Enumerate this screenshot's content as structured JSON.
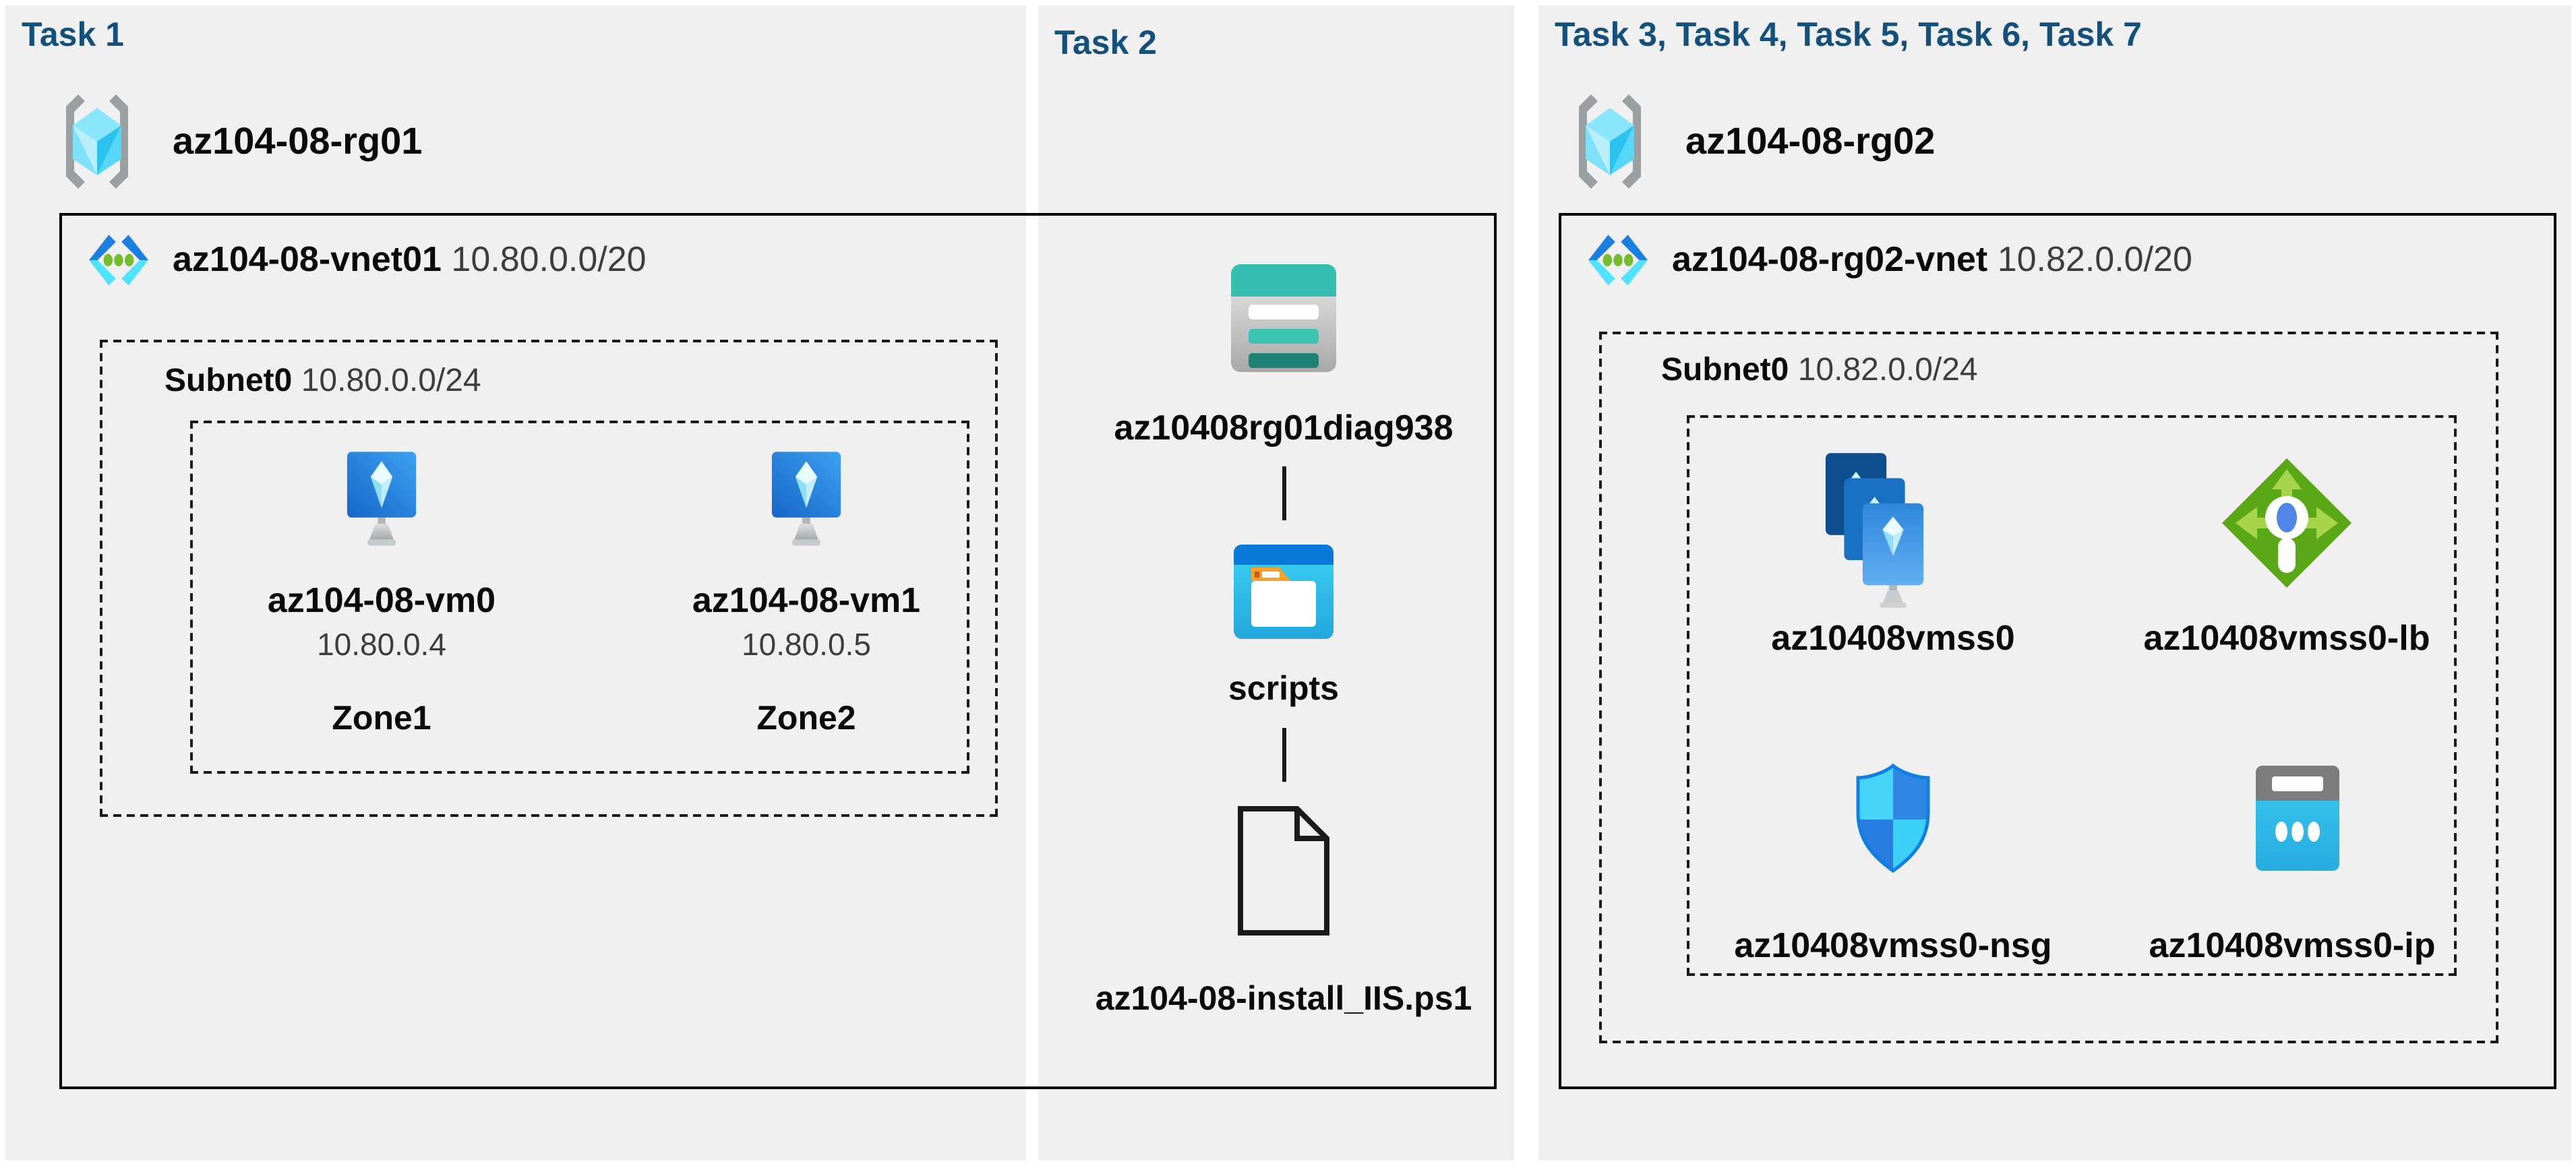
{
  "panels": {
    "task1": {
      "heading": "Task 1",
      "resource_group": "az104-08-rg01",
      "vnet": {
        "name": "az104-08-vnet01",
        "cidr": "10.80.0.0/20"
      },
      "subnet": {
        "name": "Subnet0",
        "cidr": "10.80.0.0/24"
      },
      "vms": [
        {
          "name": "az104-08-vm0",
          "ip": "10.80.0.4",
          "zone": "Zone1"
        },
        {
          "name": "az104-08-vm1",
          "ip": "10.80.0.5",
          "zone": "Zone2"
        }
      ]
    },
    "task2": {
      "heading": "Task 2",
      "storage_account": "az10408rg01diag938",
      "container": "scripts",
      "file": "az104-08-install_IIS.ps1"
    },
    "task3": {
      "heading": "Task 3, Task 4, Task 5, Task 6, Task 7",
      "resource_group": "az104-08-rg02",
      "vnet": {
        "name": "az104-08-rg02-vnet",
        "cidr": "10.82.0.0/20"
      },
      "subnet": {
        "name": "Subnet0",
        "cidr": "10.82.0.0/24"
      },
      "resources": [
        {
          "name": "az10408vmss0",
          "type": "vm-scale-set"
        },
        {
          "name": "az10408vmss0-lb",
          "type": "load-balancer"
        },
        {
          "name": "az10408vmss0-nsg",
          "type": "network-security-group"
        },
        {
          "name": "az10408vmss0-ip",
          "type": "public-ip"
        }
      ]
    }
  },
  "colors": {
    "heading": "#14507c",
    "panel_bg": "#f0f0f1",
    "page_bg": "#ffffff",
    "storage_teal": "#36bfb0",
    "folder_blue": "#0b79d8",
    "lb_green": "#5aa717",
    "vm_blue": "#2e86dd",
    "nsg_cyan": "#45d3f8"
  }
}
